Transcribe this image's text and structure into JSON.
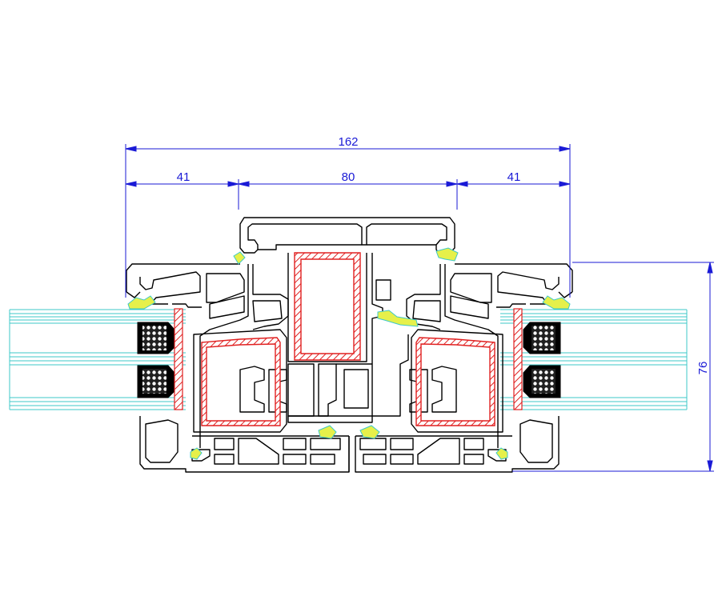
{
  "colors": {
    "dimension": "#1a1ad6",
    "profile": "#000000",
    "reinforcement": "#e02020",
    "glass": "#3cc8c8",
    "gasket": "#c8e600",
    "background": "#ffffff"
  },
  "dimensions": {
    "overall_width": "162",
    "left_sash": "41",
    "center": "80",
    "right_sash": "41",
    "depth": "76"
  }
}
